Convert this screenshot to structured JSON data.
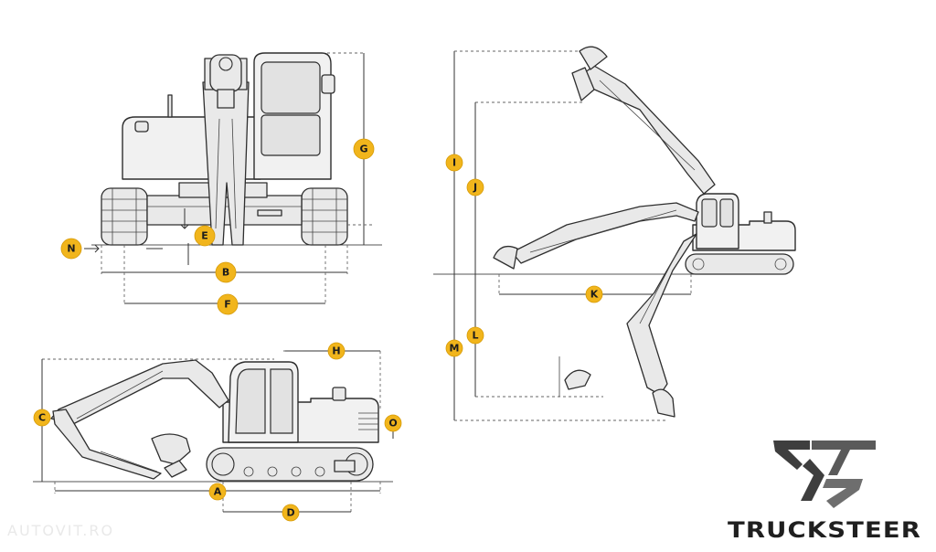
{
  "brand": {
    "name": "TRUCKSTEER",
    "colors": {
      "logo_dark": "#3e3e3e",
      "logo_light": "#6e6e6e",
      "text": "#1f1f1f"
    }
  },
  "watermark": {
    "text": "AUTOVIT.RO"
  },
  "badge_color": "#f1b51c",
  "dimension_labels": {
    "A": "A",
    "B": "B",
    "C": "C",
    "D": "D",
    "E": "E",
    "F": "F",
    "G": "G",
    "H": "H",
    "I": "I",
    "J": "J",
    "K": "K",
    "L": "L",
    "M": "M",
    "N": "N",
    "O": "O"
  }
}
